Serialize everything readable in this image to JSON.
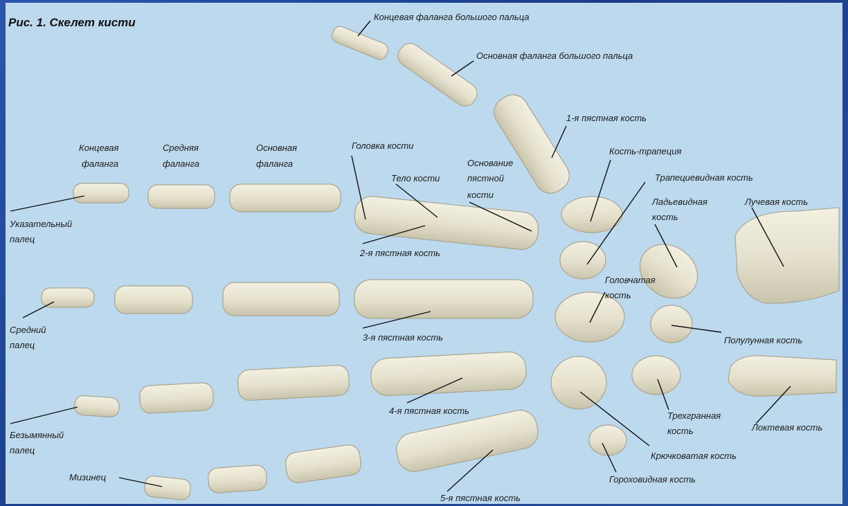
{
  "title": "Рис. 1. Скелет кисти",
  "colors": {
    "panel": "#bcd9ee",
    "frame": "#1f4596",
    "bone": "#e8e4d3",
    "text": "#1c1c1c"
  },
  "labels": {
    "thumb_distal": "Концевая фаланга большого пальца",
    "thumb_proximal": "Основная фаланга большого пальца",
    "mc1": "1-я пястная кость",
    "distal_l1": "Концевая",
    "distal_l2": "фаланга",
    "middle_l1": "Средняя",
    "middle_l2": "фаланга",
    "proximal_l1": "Основная",
    "proximal_l2": "фаланга",
    "head": "Головка кости",
    "body": "Тело кости",
    "base_l1": "Основание",
    "base_l2": "пястной",
    "base_l3": "кости",
    "trapezium": "Кость-трапеция",
    "trapezoid": "Трапециевидная кость",
    "scaphoid_l1": "Ладьевидная",
    "scaphoid_l2": "кость",
    "radius": "Лучевая кость",
    "index_l1": "Указательный",
    "index_l2": "палец",
    "mc2": "2-я пястная кость",
    "capitate_l1": "Головчатая",
    "capitate_l2": "кость",
    "middle_finger_l1": "Средний",
    "middle_finger_l2": "палец",
    "mc3": "3-я пястная кость",
    "lunate": "Полулунная кость",
    "mc4": "4-я пястная кость",
    "triquetrum_l1": "Трехгранная",
    "triquetrum_l2": "кость",
    "ulna": "Локтевая кость",
    "ring_l1": "Безымянный",
    "ring_l2": "палец",
    "hamate": "Крючковатая кость",
    "little": "Мизинец",
    "pisiform": "Гороховидная кость",
    "mc5": "5-я пястная кость"
  }
}
